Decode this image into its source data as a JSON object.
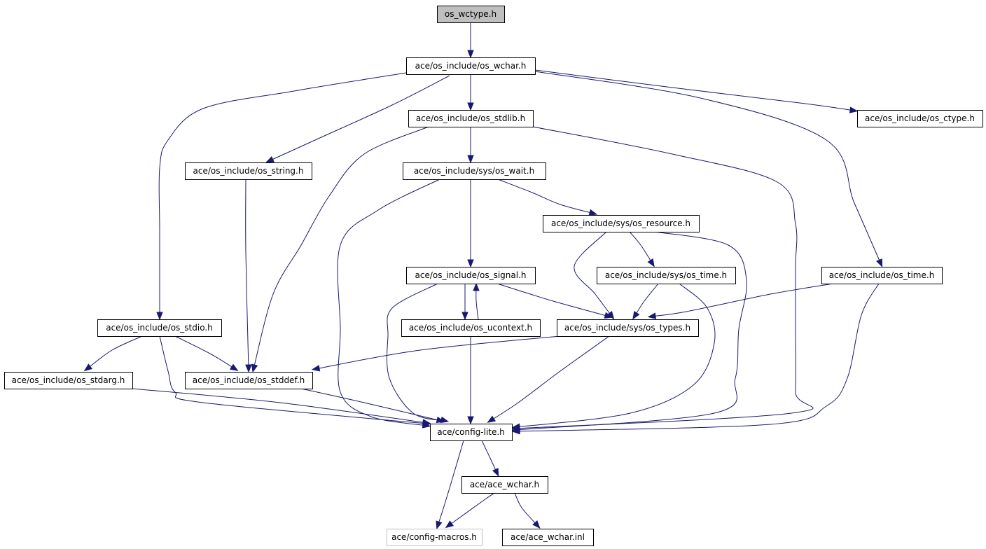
{
  "graph": {
    "root": "os_wctype.h",
    "nodes": [
      {
        "id": "wctype",
        "label": "os_wctype.h",
        "style": "root"
      },
      {
        "id": "wchar",
        "label": "ace/os_include/os_wchar.h",
        "style": "normal"
      },
      {
        "id": "stdlib",
        "label": "ace/os_include/os_stdlib.h",
        "style": "normal"
      },
      {
        "id": "ctype",
        "label": "ace/os_include/os_ctype.h",
        "style": "normal"
      },
      {
        "id": "string",
        "label": "ace/os_include/os_string.h",
        "style": "normal"
      },
      {
        "id": "wait",
        "label": "ace/os_include/sys/os_wait.h",
        "style": "normal"
      },
      {
        "id": "resource",
        "label": "ace/os_include/sys/os_resource.h",
        "style": "normal"
      },
      {
        "id": "signal",
        "label": "ace/os_include/os_signal.h",
        "style": "normal"
      },
      {
        "id": "systime",
        "label": "ace/os_include/sys/os_time.h",
        "style": "normal"
      },
      {
        "id": "time",
        "label": "ace/os_include/os_time.h",
        "style": "normal"
      },
      {
        "id": "stdio",
        "label": "ace/os_include/os_stdio.h",
        "style": "normal"
      },
      {
        "id": "ucontext",
        "label": "ace/os_include/os_ucontext.h",
        "style": "normal"
      },
      {
        "id": "types",
        "label": "ace/os_include/sys/os_types.h",
        "style": "normal"
      },
      {
        "id": "stdarg",
        "label": "ace/os_include/os_stdarg.h",
        "style": "normal"
      },
      {
        "id": "stddef",
        "label": "ace/os_include/os_stddef.h",
        "style": "normal"
      },
      {
        "id": "configlite",
        "label": "ace/config-lite.h",
        "style": "normal"
      },
      {
        "id": "acewchar",
        "label": "ace/ace_wchar.h",
        "style": "normal"
      },
      {
        "id": "macros",
        "label": "ace/config-macros.h",
        "style": "external"
      },
      {
        "id": "wcharinl",
        "label": "ace/ace_wchar.inl",
        "style": "normal"
      }
    ],
    "edges": [
      {
        "from": "wctype",
        "to": "wchar"
      },
      {
        "from": "wchar",
        "to": "stdlib"
      },
      {
        "from": "wchar",
        "to": "ctype"
      },
      {
        "from": "wchar",
        "to": "string"
      },
      {
        "from": "wchar",
        "to": "stdio"
      },
      {
        "from": "wchar",
        "to": "time"
      },
      {
        "from": "stdlib",
        "to": "wait"
      },
      {
        "from": "stdlib",
        "to": "stddef"
      },
      {
        "from": "stdlib",
        "to": "configlite"
      },
      {
        "from": "string",
        "to": "stddef"
      },
      {
        "from": "wait",
        "to": "resource"
      },
      {
        "from": "wait",
        "to": "signal"
      },
      {
        "from": "wait",
        "to": "configlite"
      },
      {
        "from": "resource",
        "to": "systime"
      },
      {
        "from": "resource",
        "to": "types"
      },
      {
        "from": "resource",
        "to": "configlite"
      },
      {
        "from": "signal",
        "to": "ucontext"
      },
      {
        "from": "signal",
        "to": "types"
      },
      {
        "from": "signal",
        "to": "configlite"
      },
      {
        "from": "ucontext",
        "to": "signal"
      },
      {
        "from": "ucontext",
        "to": "configlite"
      },
      {
        "from": "systime",
        "to": "types"
      },
      {
        "from": "systime",
        "to": "configlite"
      },
      {
        "from": "time",
        "to": "types"
      },
      {
        "from": "time",
        "to": "configlite"
      },
      {
        "from": "stdio",
        "to": "stdarg"
      },
      {
        "from": "stdio",
        "to": "stddef"
      },
      {
        "from": "stdio",
        "to": "configlite"
      },
      {
        "from": "types",
        "to": "stddef"
      },
      {
        "from": "types",
        "to": "configlite"
      },
      {
        "from": "stdarg",
        "to": "configlite"
      },
      {
        "from": "stddef",
        "to": "configlite"
      },
      {
        "from": "configlite",
        "to": "acewchar"
      },
      {
        "from": "configlite",
        "to": "macros"
      },
      {
        "from": "acewchar",
        "to": "macros"
      },
      {
        "from": "acewchar",
        "to": "wcharinl"
      }
    ]
  },
  "colors": {
    "edge": "#191970",
    "root_fill": "#bfbfbf",
    "node_border": "#000000",
    "external_border": "#bfbfbf",
    "background": "#ffffff"
  }
}
